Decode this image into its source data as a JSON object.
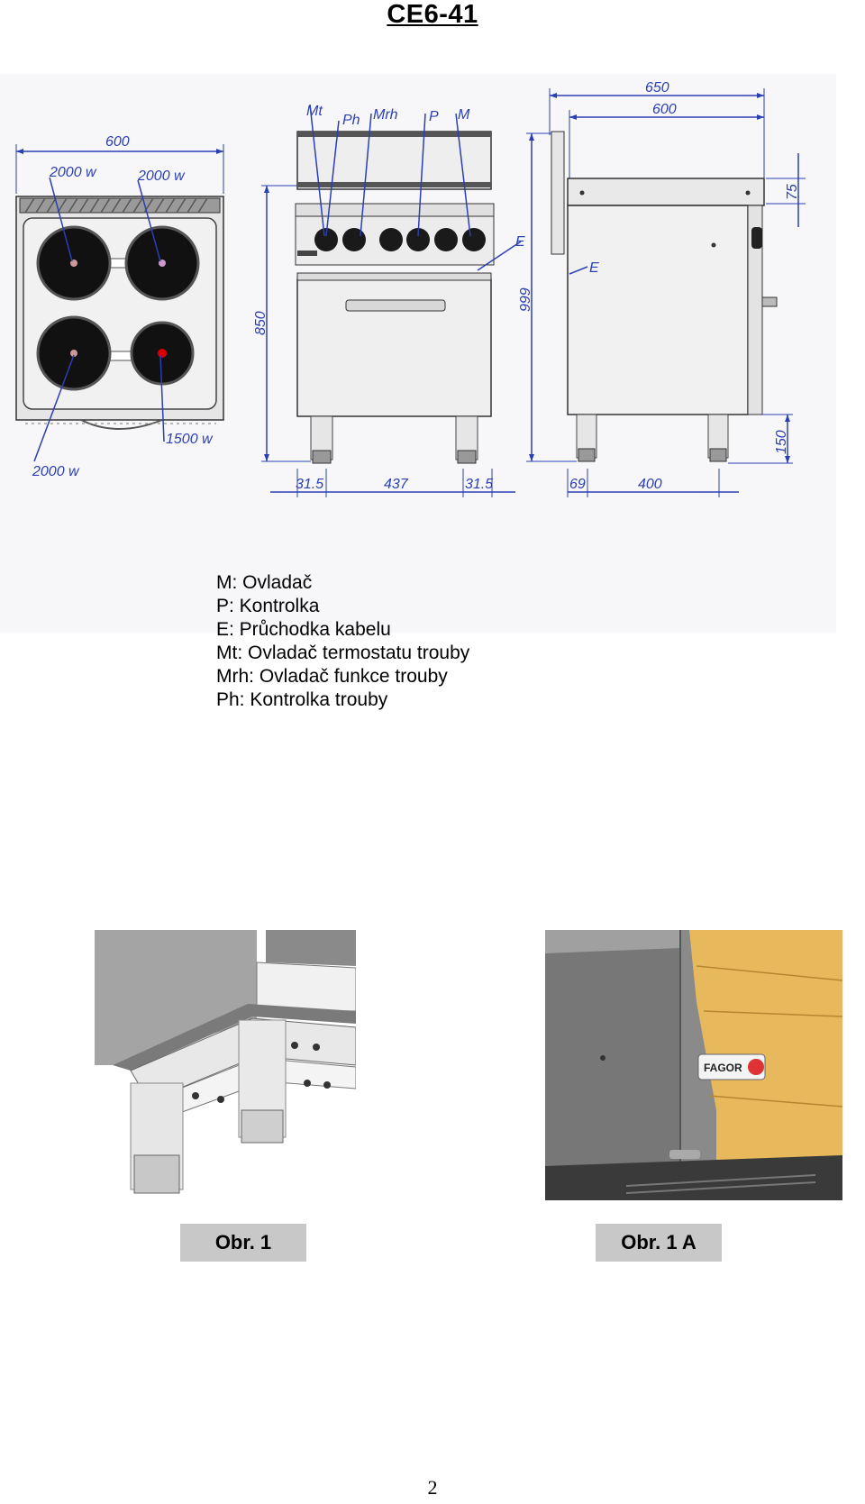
{
  "title": "CE6-41",
  "drawing": {
    "top_view": {
      "width": "600",
      "burners": [
        "2000 w",
        "2000 w",
        "2000 w",
        "1500 w"
      ]
    },
    "front_view": {
      "callouts": [
        "Mt",
        "Ph",
        "Mrh",
        "P",
        "M",
        "E"
      ],
      "height": "850",
      "widths": [
        "31.5",
        "437",
        "31.5"
      ]
    },
    "side_view": {
      "widths": [
        "650",
        "600"
      ],
      "height": "999",
      "top_rise": "75",
      "leg_height": "150",
      "offsets": [
        "69",
        "400"
      ],
      "callout": "E"
    }
  },
  "legend": [
    "M: Ovladač",
    "P: Kontrolka",
    "E: Průchodka kabelu",
    "Mt: Ovladač termostatu trouby",
    "Mrh: Ovladač funkce trouby",
    "Ph: Kontrolka trouby"
  ],
  "figures": [
    {
      "caption": "Obr. 1"
    },
    {
      "caption": "Obr. 1 A",
      "logo_text": "FAGOR"
    }
  ],
  "page_number": "2",
  "colors": {
    "dimension": "#2b3fb4",
    "caption_bg": "#c8c8c8",
    "panel_yellow": "#e8b85c"
  }
}
